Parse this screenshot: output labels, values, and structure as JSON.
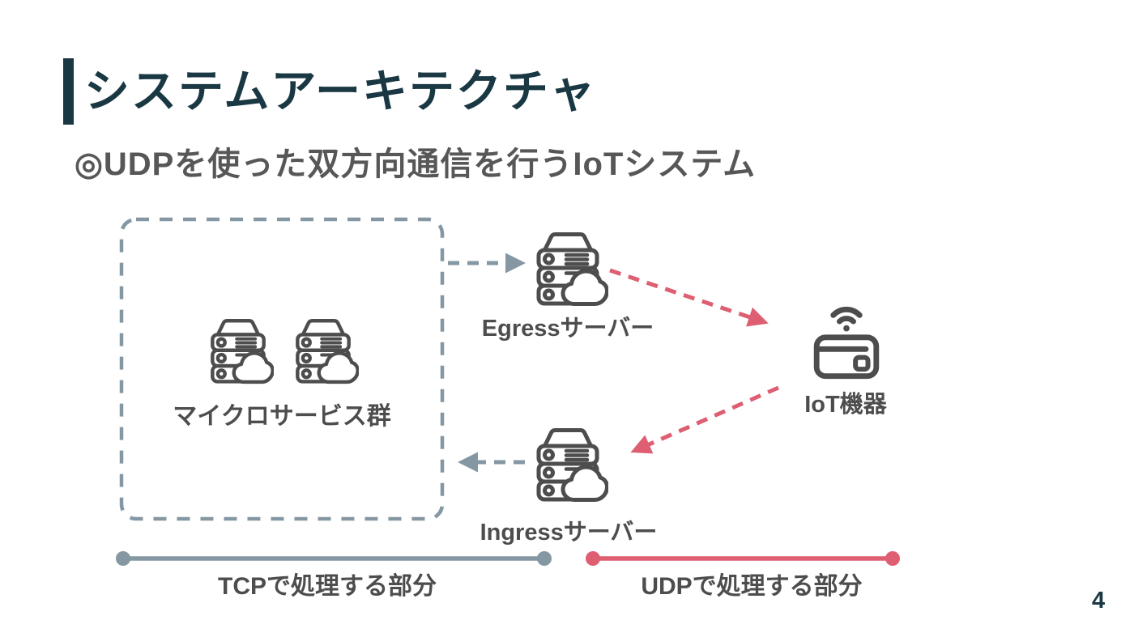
{
  "header": {
    "title": "システムアーキテクチャ",
    "subtitle": "◎UDPを使った双方向通信を行うIoTシステム"
  },
  "diagram": {
    "microservices": {
      "label": "マイクロサービス群",
      "icon": "server-stack-cloud-icon",
      "icon_count": 2
    },
    "egress": {
      "label": "Egressサーバー",
      "icon": "server-stack-cloud-icon"
    },
    "ingress": {
      "label": "Ingressサーバー",
      "icon": "server-stack-cloud-icon"
    },
    "iot": {
      "label": "IoT機器",
      "icon": "iot-device-wifi-icon"
    },
    "boundary_box": "tcp-zone-dashed-box",
    "arrows": [
      {
        "name": "microservices-to-egress",
        "style": "dashed",
        "color_key": "tcp"
      },
      {
        "name": "egress-to-iot",
        "style": "dashed",
        "color_key": "udp"
      },
      {
        "name": "iot-to-ingress",
        "style": "dashed",
        "color_key": "udp"
      },
      {
        "name": "ingress-to-microservices",
        "style": "dashed",
        "color_key": "tcp"
      }
    ]
  },
  "legend": {
    "tcp": {
      "label": "TCPで処理する部分",
      "color": "#8497A3"
    },
    "udp": {
      "label": "UDPで処理する部分",
      "color": "#DE5E72"
    }
  },
  "page_number": "4",
  "colors": {
    "title": "#1A3843",
    "subtitle": "#575757",
    "label": "#4D4D4D",
    "icon_stroke": "#4D4D4D",
    "tcp": "#8497A3",
    "udp": "#DE5E72",
    "background": "#FFFFFF"
  }
}
